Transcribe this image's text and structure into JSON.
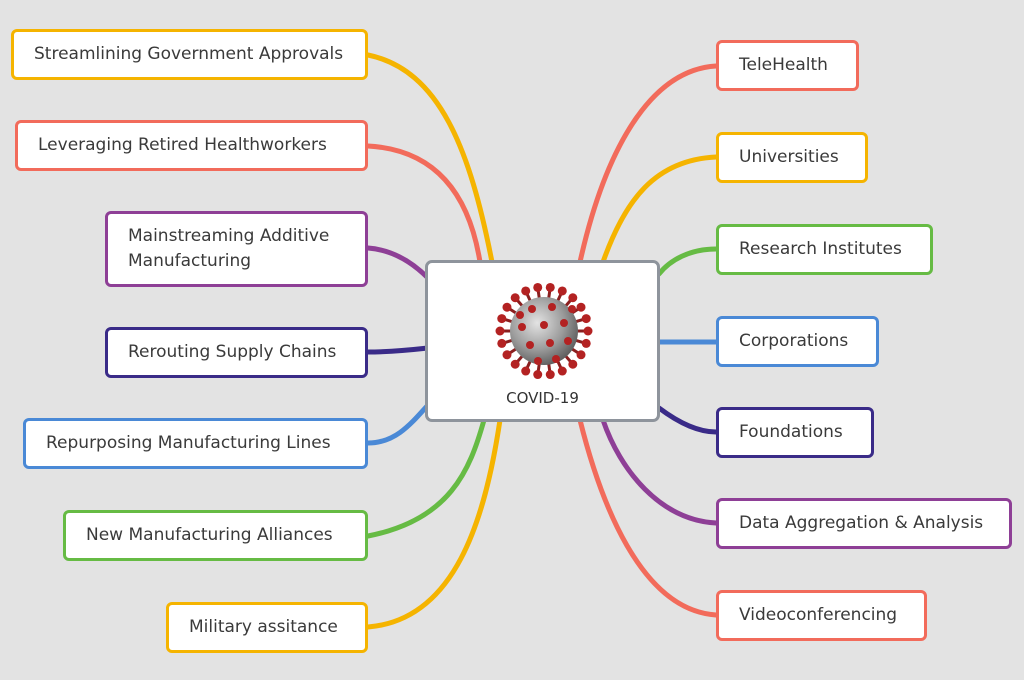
{
  "center": {
    "label": "COVID-19",
    "icon": "virus-icon"
  },
  "left_nodes": [
    {
      "label": "Streamlining Government Approvals",
      "color": "#f5b400"
    },
    {
      "label": "Leveraging Retired Healthworkers",
      "color": "#f26b5b"
    },
    {
      "label": "Mainstreaming Additive Manufacturing",
      "color": "#8e3f96"
    },
    {
      "label": "Rerouting Supply Chains",
      "color": "#3a2b88"
    },
    {
      "label": "Repurposing Manufacturing Lines",
      "color": "#4a89d6"
    },
    {
      "label": "New Manufacturing Alliances",
      "color": "#66bb44"
    },
    {
      "label": "Military assitance",
      "color": "#f5b400"
    }
  ],
  "right_nodes": [
    {
      "label": "TeleHealth",
      "color": "#f26b5b"
    },
    {
      "label": "Universities",
      "color": "#f5b400"
    },
    {
      "label": "Research Institutes",
      "color": "#66bb44"
    },
    {
      "label": "Corporations",
      "color": "#4a89d6"
    },
    {
      "label": "Foundations",
      "color": "#3a2b88"
    },
    {
      "label": "Data Aggregation & Analysis",
      "color": "#8e3f96"
    },
    {
      "label": "Videoconferencing",
      "color": "#f26b5b"
    }
  ]
}
